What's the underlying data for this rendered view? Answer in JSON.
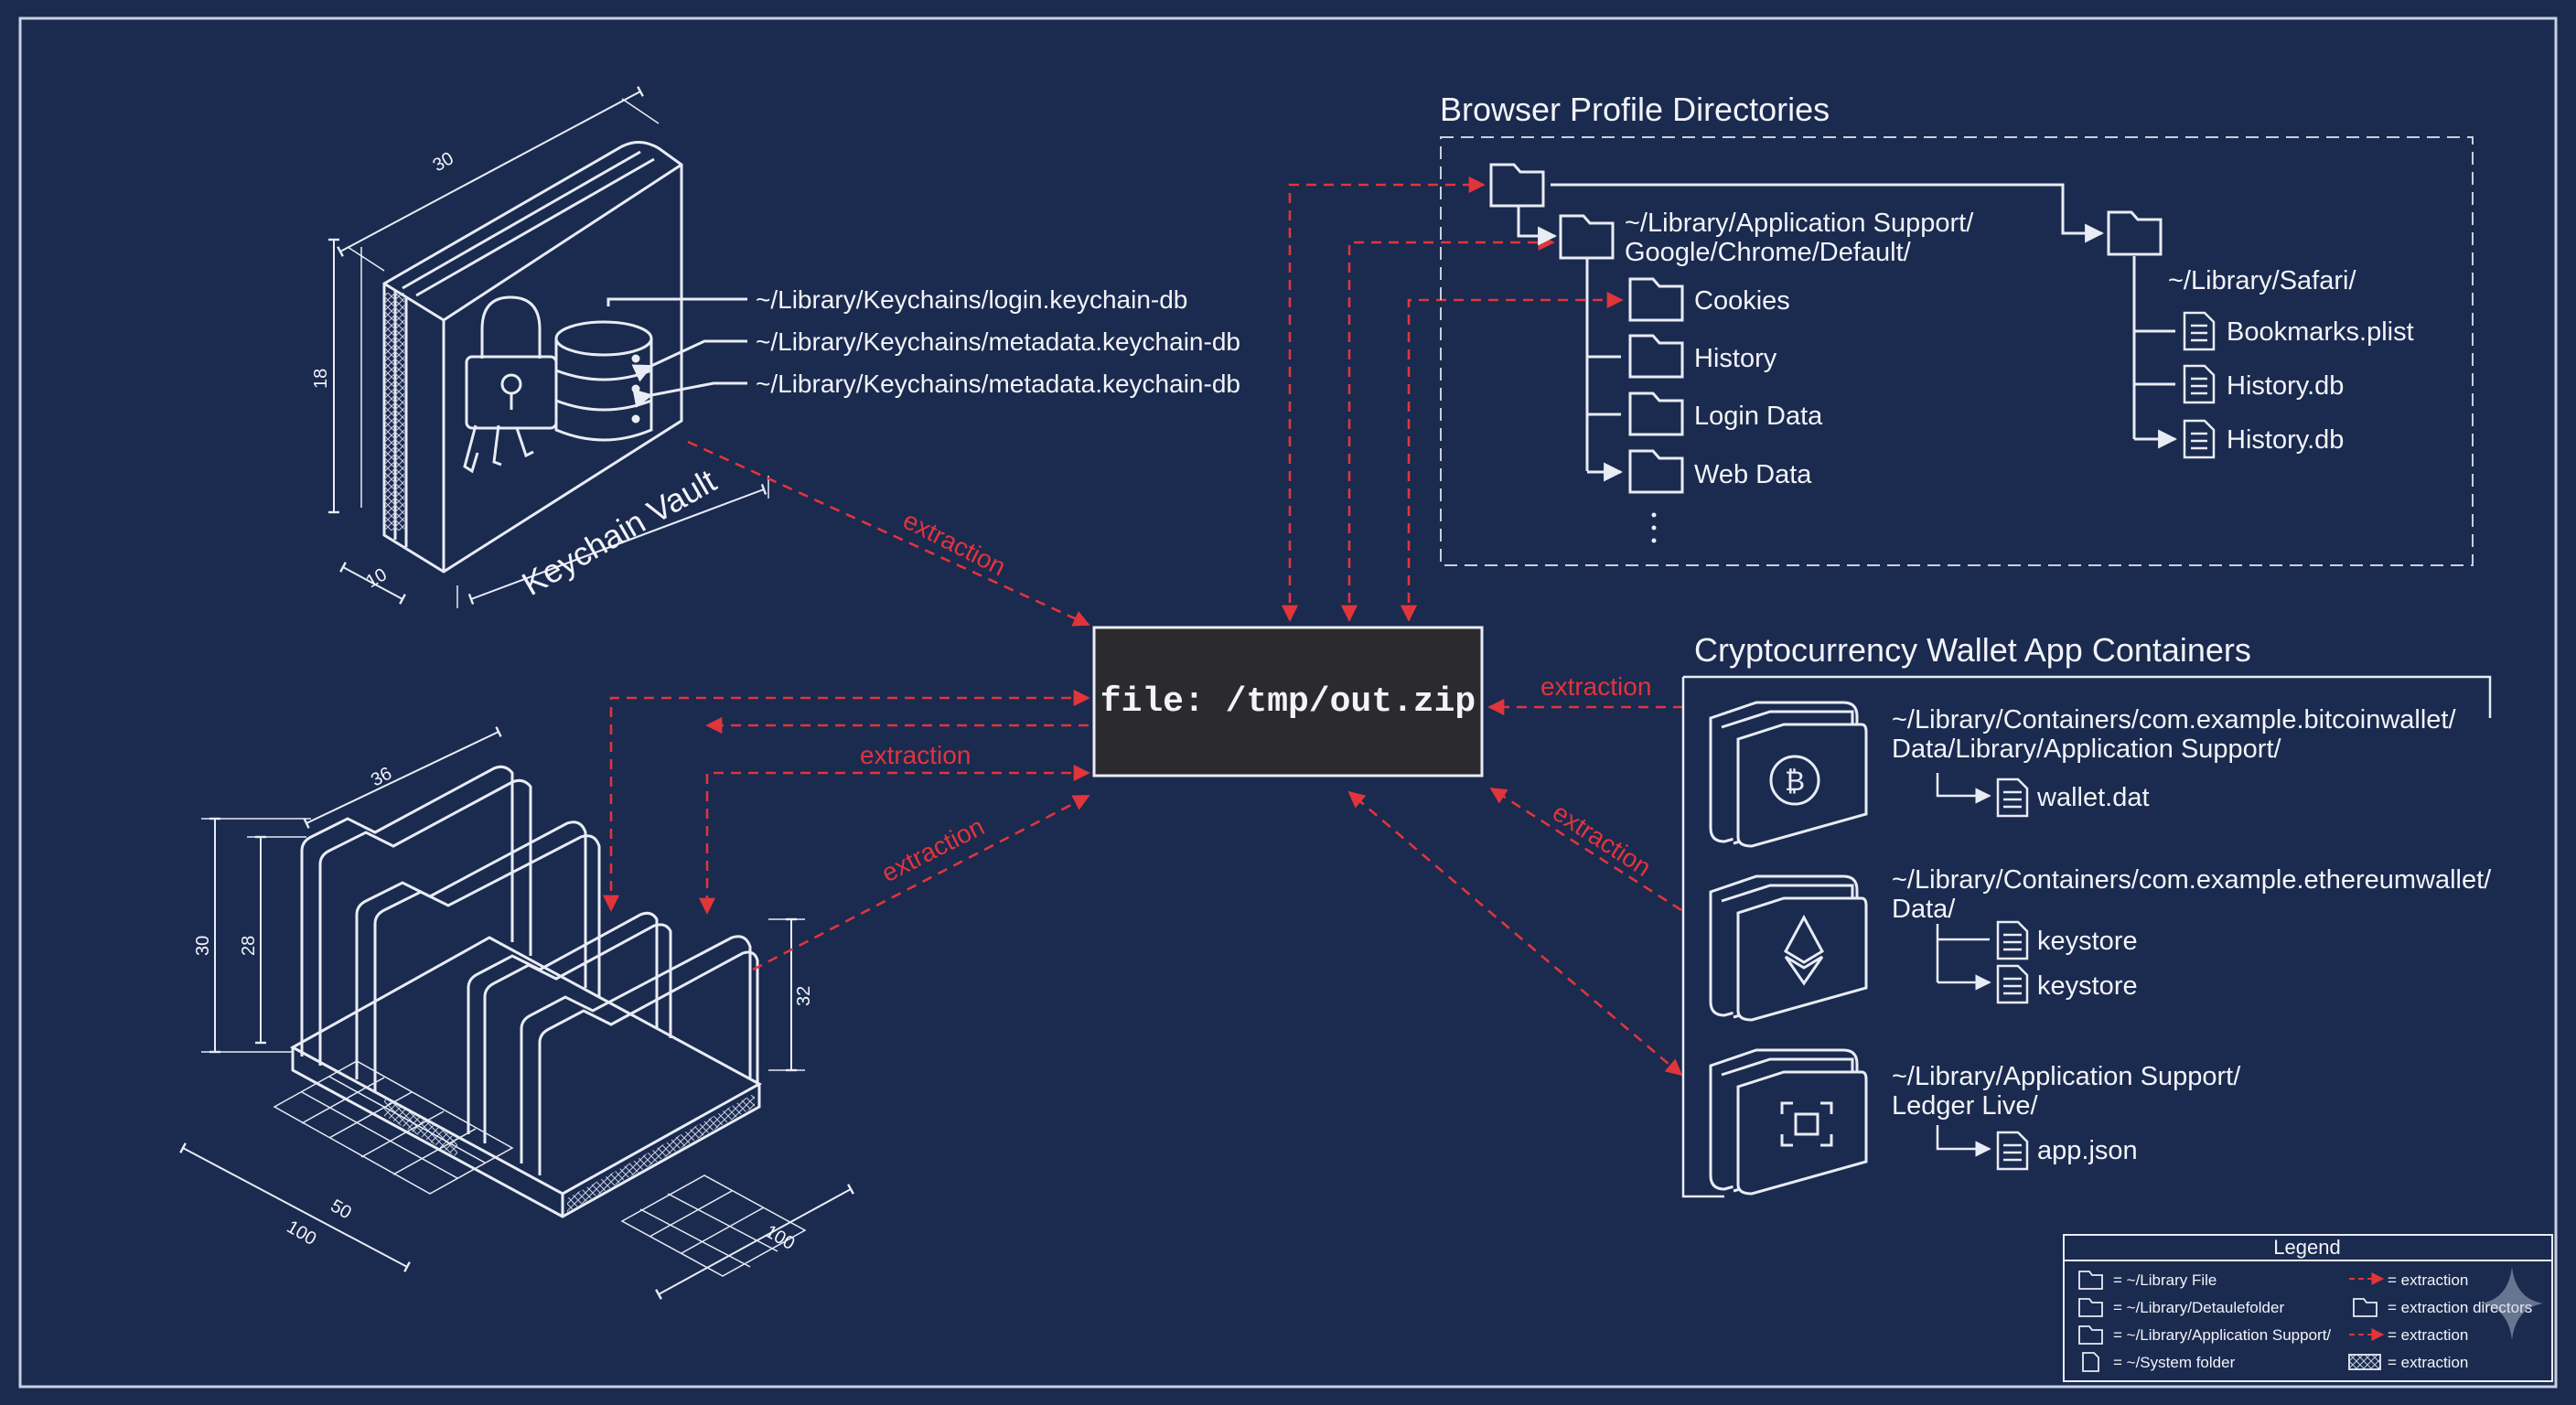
{
  "colors": {
    "background": "#1b2a4f",
    "line": "#e8ecf4",
    "extraction": "#e0353b",
    "zip_box": "#2b2b2f"
  },
  "zip_box": {
    "label": "file: /tmp/out.zip"
  },
  "keychain": {
    "label": "Keychain Vault",
    "paths": [
      "~/Library/Keychains/login.keychain-db",
      "~/Library/Keychains/metadata.keychain-db",
      "~/Library/Keychains/metadata.keychain-db"
    ],
    "dims": {
      "width": "30",
      "height": "18",
      "depth": "10"
    }
  },
  "files_stack": {
    "dims": {
      "top": "36",
      "left_outer": "30",
      "left_inner": "28",
      "right": "32",
      "bottom_left": "100",
      "bottom_right": "100",
      "grid": "50"
    }
  },
  "extraction_labels": [
    "extraction",
    "extraction",
    "extraction",
    "extraction",
    "extraction"
  ],
  "browser": {
    "title": "Browser Profile Directories",
    "chrome_path_line1": "~/Library/Application Support/",
    "chrome_path_line2": "Google/Chrome/Default/",
    "chrome_items": [
      "Cookies",
      "History",
      "Login Data",
      "Web Data"
    ],
    "safari_path": "~/Library/Safari/",
    "safari_items": [
      "Bookmarks.plist",
      "History.db",
      "History.db"
    ]
  },
  "crypto": {
    "title": "Cryptocurrency Wallet App Containers",
    "wallets": [
      {
        "icon": "bitcoin-icon",
        "path_line1": "~/Library/Containers/com.example.bitcoinwallet/",
        "path_line2": "Data/Library/Application Support/",
        "files": [
          "wallet.dat"
        ]
      },
      {
        "icon": "ethereum-icon",
        "path_line1": "~/Library/Containers/com.example.ethereumwallet/",
        "path_line2": "Data/",
        "files": [
          "keystore",
          "keystore"
        ]
      },
      {
        "icon": "ledger-icon",
        "path_line1": "~/Library/Application Support/",
        "path_line2": "Ledger Live/",
        "files": [
          "app.json"
        ]
      }
    ]
  },
  "legend": {
    "title": "Legend",
    "left": [
      "= ~/Library File",
      "= ~/Library/Detaulefolder",
      "= ~/Library/Application Support/",
      "= ~/System folder"
    ],
    "right": [
      "= extraction",
      "= extraction directors",
      "= extraction",
      "= extraction"
    ]
  }
}
